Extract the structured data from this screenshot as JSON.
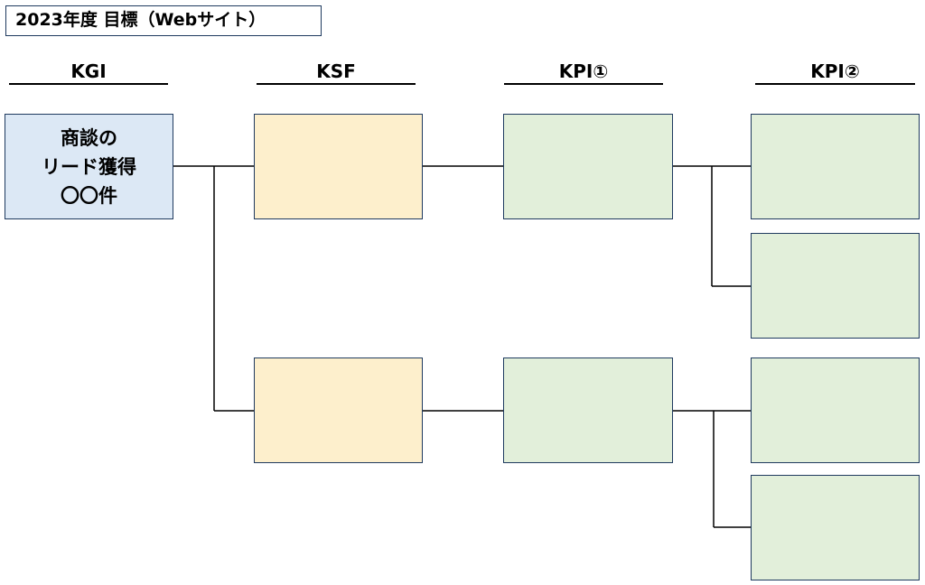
{
  "title": "2023年度 目標（Webサイト）",
  "columns": {
    "kgi": "KGI",
    "ksf": "KSF",
    "kpi1": "KPI①",
    "kpi2": "KPI②"
  },
  "kgi_box": {
    "text": "商談の\nリード獲得\n〇〇件"
  },
  "colors": {
    "kgi_fill": "#dce8f5",
    "ksf_fill": "#fdefcc",
    "kpi_fill": "#e2efda",
    "border": "#1f3a5f"
  }
}
